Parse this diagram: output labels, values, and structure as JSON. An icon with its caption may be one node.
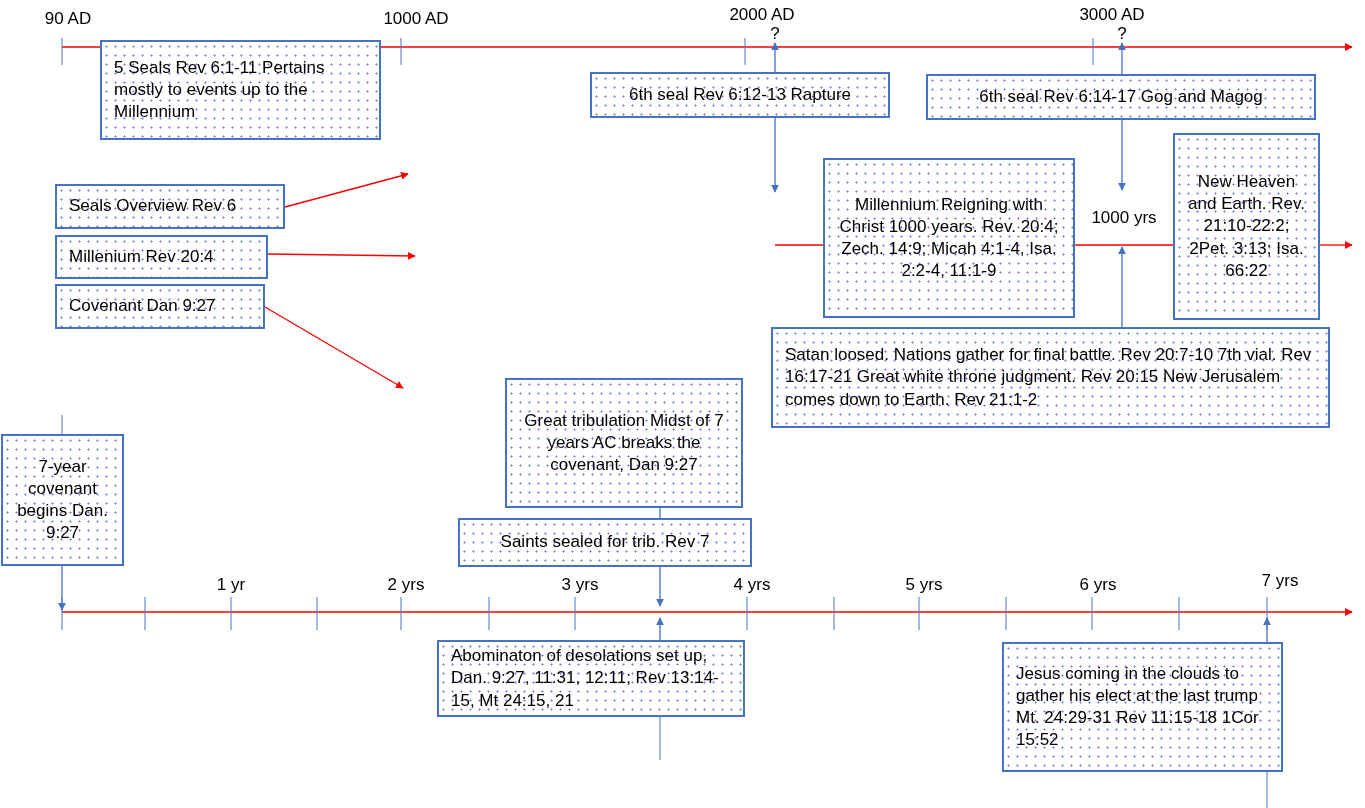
{
  "diagram": {
    "nodes": [
      {
        "text": [
          "5 Seals Rev 6:1-11 Pertains mostly to events up to the Millennium"
        ]
      },
      {
        "text": [
          "6th seal Rev 6:12-13 Rapture"
        ]
      },
      {
        "text": [
          "6th seal Rev 6:14-17 Gog and Magog"
        ]
      },
      {
        "text": [
          "Seals Overview Rev 6"
        ]
      },
      {
        "text": [
          "Millenium Rev 20:4"
        ]
      },
      {
        "text": [
          "Millennium Reigning with Christ 1000 years. Rev. 20:4; Zech. 14:9; Micah 4:1-4, Isa. 2:2-4, 11:1-9"
        ]
      },
      {
        "text": [
          "New Heaven and Earth. Rev. 21:10-22:2; 2Pet. 3:13; Isa. 66:22"
        ]
      },
      {
        "text": [
          "Covenant Dan 9:27"
        ]
      },
      {
        "text": [
          "Satan loosed. Nations gather for final battle. Rev 20:7-10 7th vial. Rev 16:17-21 Great white throne judgment. Rev 20:15 New Jerusalem comes down to Earth. Rev 21:1-2"
        ]
      },
      {
        "text": [
          "Great tribulation Midst of 7 years AC breaks the covenant, Dan 9:27"
        ]
      },
      {
        "text": [
          "7-year covenant begins Dan. 9:27"
        ]
      },
      {
        "text": [
          "Saints sealed for trib. Rev 7"
        ]
      },
      {
        "text": [
          "Abominaton of desolations set up, Dan. 9:27, 11:31, 12:11; Rev 13:14-15, Mt 24:15, 21"
        ]
      },
      {
        "text": [
          "Jesus coming in the clouds to gather his elect at the last trump Mt. 24:29-31 Rev 11:15-18 1Cor 15:52"
        ]
      },
      {
        "text": [
          "?"
        ]
      },
      {
        "text": [
          "?"
        ]
      }
    ],
    "edges": [
      {
        "from": 3,
        "to": null,
        "arrow": "to",
        "color": "#ff0000"
      },
      {
        "from": 4,
        "to": null,
        "arrow": "to",
        "color": "#ff0000"
      },
      {
        "from": 7,
        "to": null,
        "arrow": "to",
        "color": "#ff0000"
      },
      {
        "from": 1,
        "to": 14,
        "arrow": "to"
      },
      {
        "from": 1,
        "to": null,
        "arrow": "to"
      },
      {
        "from": 2,
        "to": 15,
        "arrow": "to"
      },
      {
        "from": 2,
        "to": null,
        "arrow": "to"
      },
      {
        "from": null,
        "to": 5,
        "arrow": "none",
        "color": "#ff0000"
      },
      {
        "from": 5,
        "to": 6,
        "arrow": "none",
        "color": "#ff0000",
        "label": "1000 yrs"
      },
      {
        "from": 6,
        "to": null,
        "arrow": "to",
        "color": "#ff0000"
      },
      {
        "from": 8,
        "to": null,
        "arrow": "to"
      },
      {
        "from": 10,
        "to": null,
        "arrow": "to"
      },
      {
        "from": 9,
        "to": 11,
        "arrow": "none"
      },
      {
        "from": 11,
        "to": null,
        "arrow": "to"
      },
      {
        "from": 12,
        "to": null,
        "arrow": "to"
      },
      {
        "from": 13,
        "to": null,
        "arrow": "to"
      }
    ],
    "labels": [
      "90 AD",
      "1000 AD",
      "2000 AD",
      "3000 AD",
      "1 yr",
      "2 yrs",
      "3 yrs",
      "4 yrs",
      "5 yrs",
      "6 yrs",
      "7 yrs"
    ]
  }
}
